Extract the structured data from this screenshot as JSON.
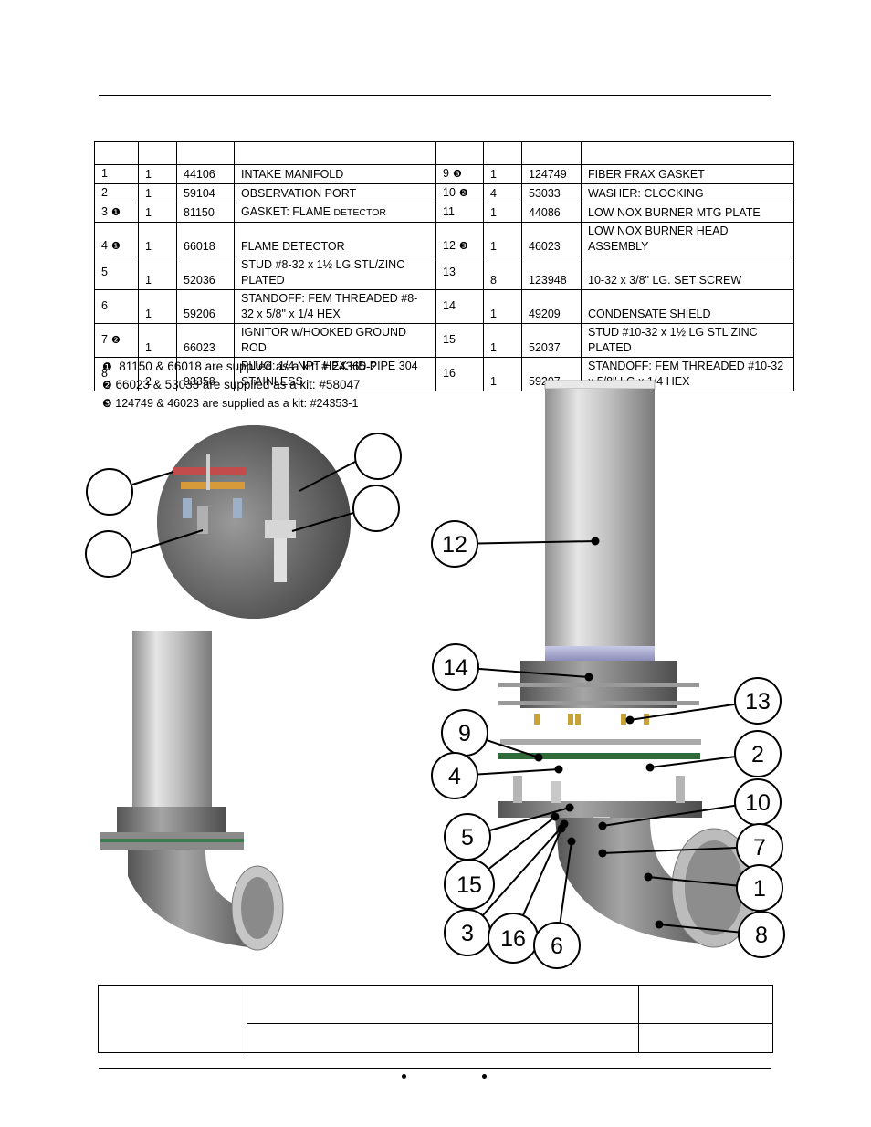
{
  "parts_table": {
    "header": [
      "",
      "",
      "",
      "",
      "",
      "",
      "",
      ""
    ],
    "rows": [
      {
        "left": {
          "item": "1",
          "mark": "",
          "qty": "1",
          "part": "44106",
          "desc": "INTAKE MANIFOLD"
        },
        "right": {
          "item": "9",
          "mark": "❸",
          "qty": "1",
          "part": "124749",
          "desc": "FIBER FRAX GASKET"
        }
      },
      {
        "left": {
          "item": "2",
          "mark": "",
          "qty": "1",
          "part": "59104",
          "desc": "OBSERVATION PORT"
        },
        "right": {
          "item": "10",
          "mark": "❷",
          "qty": "4",
          "part": "53033",
          "desc": "WASHER: CLOCKING"
        }
      },
      {
        "left": {
          "item": "3",
          "mark": "❶",
          "qty": "1",
          "part": "81150",
          "desc": "GASKET: FLAME ",
          "desc_small": "DETECTOR"
        },
        "right": {
          "item": "11",
          "mark": "",
          "qty": "1",
          "part": "44086",
          "desc": "LOW NOX BURNER MTG PLATE"
        }
      },
      {
        "left": {
          "item": "4",
          "mark": "❶",
          "qty": "1",
          "part": "66018",
          "desc": "FLAME DETECTOR"
        },
        "right": {
          "item": "12",
          "mark": "❸",
          "qty": "1",
          "part": "46023",
          "desc": "LOW NOX BURNER HEAD ASSEMBLY"
        }
      },
      {
        "left": {
          "item": "5",
          "mark": "",
          "qty": "1",
          "part": "52036",
          "desc": "STUD #8-32 x 1½ LG STL/ZINC PLATED"
        },
        "right": {
          "item": "13",
          "mark": "",
          "qty": "8",
          "part": "123948",
          "desc": "10-32 x 3/8\" LG. SET SCREW"
        }
      },
      {
        "left": {
          "item": "6",
          "mark": "",
          "qty": "1",
          "part": "59206",
          "desc": "STANDOFF: FEM THREADED #8-32 x 5/8\" x 1/4 HEX"
        },
        "right": {
          "item": "14",
          "mark": "",
          "qty": "1",
          "part": "49209",
          "desc": "CONDENSATE SHIELD"
        }
      },
      {
        "left": {
          "item": "7",
          "mark": "❷",
          "qty": "1",
          "part": "66023",
          "desc": "IGNITOR w/HOOKED GROUND ROD"
        },
        "right": {
          "item": "15",
          "mark": "",
          "qty": "1",
          "part": "52037",
          "desc": "STUD #10-32 x 1½ LG STL ZINC PLATED"
        }
      },
      {
        "left": {
          "item": "8",
          "mark": "",
          "qty": "2",
          "part": "93358",
          "desc": "PLUG: 1/4 NPT HEX HD PIPE  304 STAINLESS"
        },
        "right": {
          "item": "16",
          "mark": "",
          "qty": "1",
          "part": "59207",
          "desc": "STANDOFF: FEM THREADED #10-32 x 5/8\" LG x 1/4 HEX"
        }
      }
    ]
  },
  "kit_notes": [
    {
      "mark": "❶",
      "text": "  81150 & 66018 are supplied as a kit: # 24365-2"
    },
    {
      "mark": "❷",
      "text": " 66023 & 53033 are supplied as a kit: #58047"
    },
    {
      "mark": "❸",
      "text": " 124749 & 46023 are supplied as a kit: #24353-1"
    }
  ],
  "callouts": [
    "12",
    "14",
    "13",
    "9",
    "2",
    "4",
    "10",
    "5",
    "7",
    "15",
    "1",
    "3",
    "16",
    "6",
    "8"
  ],
  "detail_callouts": [
    "",
    "",
    "",
    ""
  ],
  "colors": {
    "metal_dark": "#6e6e6e",
    "metal_light": "#d8d8d8",
    "gasket_green": "#2f6b3a",
    "gasket_red": "#c0392b",
    "brass": "#c9a33a"
  }
}
